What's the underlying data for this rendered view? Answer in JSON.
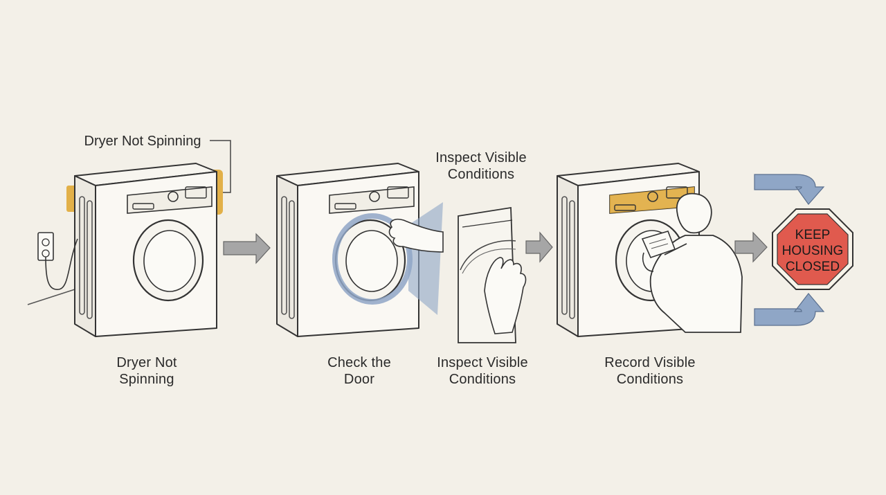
{
  "callout": {
    "text": "Dryer Not Spinning"
  },
  "top_label": {
    "line1": "Inspect Visible",
    "line2": "Conditions"
  },
  "steps": [
    {
      "line1": "Dryer Not",
      "line2": "Spinning"
    },
    {
      "line1": "Check the",
      "line2": "Door"
    },
    {
      "line1": "Inspect Visible",
      "line2": "Conditions"
    },
    {
      "line1": "Record Visible",
      "line2": "Conditions"
    }
  ],
  "stop_sign": {
    "line1": "KEEP",
    "line2": "HOUSING",
    "line3": "CLOSED"
  },
  "colors": {
    "background": "#f3f0e8",
    "highlight": "#e0a836",
    "accent_blue": "#8fa6c6",
    "stop_red": "#e05a4e",
    "arrow_gray": "#9c9c9c"
  }
}
